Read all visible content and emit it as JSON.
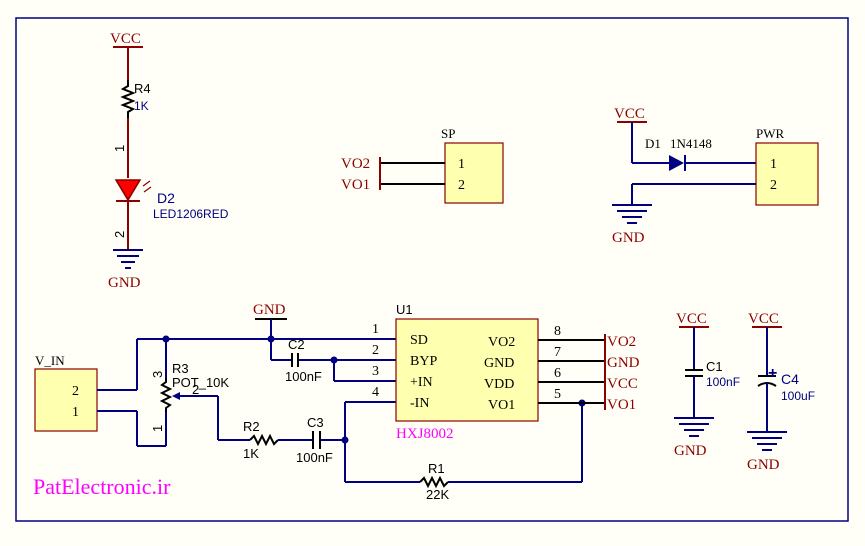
{
  "watermark": "PatElectronic.ir",
  "nets": {
    "vcc": "VCC",
    "gnd": "GND",
    "vo1": "VO1",
    "vo2": "VO2",
    "vin": "V_IN"
  },
  "led": {
    "designator": "R4",
    "value": "1K",
    "led_designator": "D2",
    "led_value": "LED1206RED",
    "pin1": "1",
    "pin2": "2"
  },
  "speaker": {
    "designator": "SP",
    "pin1": "1",
    "pin2": "2"
  },
  "power": {
    "designator": "PWR",
    "diode": "D1",
    "diode_value": "1N4148",
    "pin1": "1",
    "pin2": "2"
  },
  "input": {
    "pin2": "2",
    "pin1": "1"
  },
  "pot": {
    "designator": "R3",
    "value": "POT_10K",
    "pin3": "3",
    "pin2": "2",
    "pin1": "1"
  },
  "ic": {
    "designator": "U1",
    "part": "HXJ8002",
    "left_pins": [
      {
        "num": "1",
        "name": "SD"
      },
      {
        "num": "2",
        "name": "BYP"
      },
      {
        "num": "3",
        "name": "+IN"
      },
      {
        "num": "4",
        "name": "-IN"
      }
    ],
    "right_pins": [
      {
        "num": "8",
        "name": "VO2"
      },
      {
        "num": "7",
        "name": "GND"
      },
      {
        "num": "6",
        "name": "VDD"
      },
      {
        "num": "5",
        "name": "VO1"
      }
    ]
  },
  "passives": {
    "c2": {
      "designator": "C2",
      "value": "100nF"
    },
    "r2": {
      "designator": "R2",
      "value": "1K"
    },
    "c3": {
      "designator": "C3",
      "value": "100nF"
    },
    "r1": {
      "designator": "R1",
      "value": "22K"
    },
    "c1": {
      "designator": "C1",
      "value": "100nF"
    },
    "c4": {
      "designator": "C4",
      "value": "100uF"
    }
  }
}
